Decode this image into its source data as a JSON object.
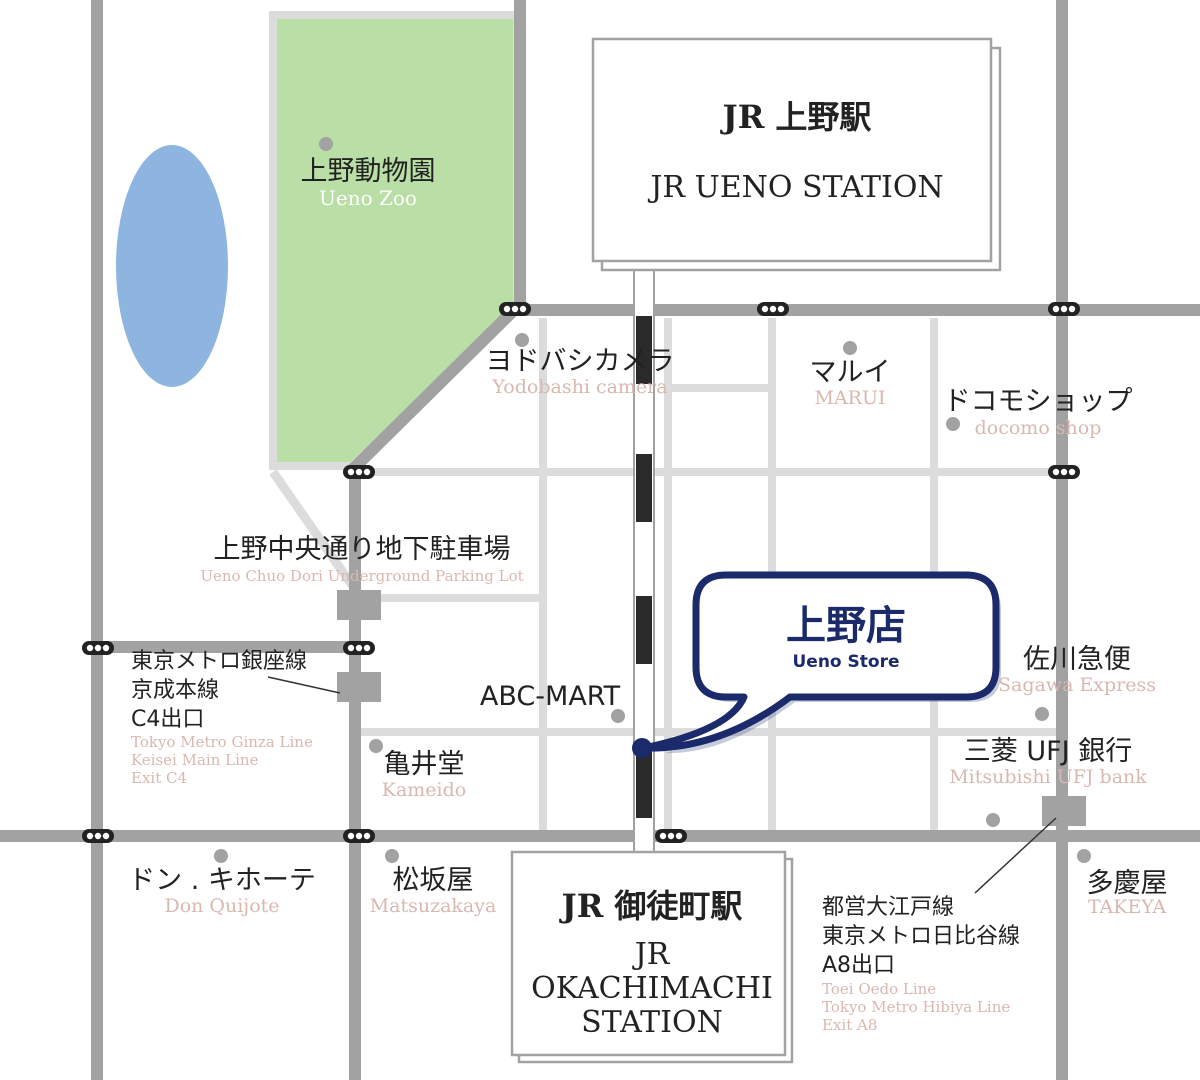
{
  "colors": {
    "road_main": "#a2a2a2",
    "road_minor": "#dcdcdc",
    "park": "#b9dfa6",
    "pond": "#8db5e0",
    "store_accent": "#1a2a6b",
    "railway": "#2a2a2a",
    "english_label": "#d9b8b0"
  },
  "stations": {
    "ueno": {
      "jp": "JR 上野駅",
      "en": "JR UENO STATION"
    },
    "okachimachi": {
      "jp": "JR 御徒町駅",
      "en_line1": "JR",
      "en_line2": "OKACHIMACHI",
      "en_line3": "STATION"
    }
  },
  "store": {
    "jp": "上野店",
    "en": "Ueno Store"
  },
  "landmarks": {
    "zoo": {
      "jp": "上野動物園",
      "en": "Ueno Zoo"
    },
    "yodobashi": {
      "jp": "ヨドバシカメラ",
      "en": "Yodobashi camera"
    },
    "marui": {
      "jp": "マルイ",
      "en": "MARUI"
    },
    "docomo": {
      "jp": "ドコモショップ",
      "en": "docomo shop"
    },
    "parking": {
      "jp": "上野中央通り地下駐車場",
      "en": "Ueno Chuo Dori Underground Parking Lot"
    },
    "abc_mart": {
      "label": "ABC-MART"
    },
    "sagawa": {
      "jp": "佐川急便",
      "en": "Sagawa Express"
    },
    "kameido": {
      "jp": "亀井堂",
      "en": "Kameido"
    },
    "mufg": {
      "jp": "三菱 UFJ 銀行",
      "en": "Mitsubishi UFJ bank"
    },
    "don_quijote": {
      "jp": "ドン . キホーテ",
      "en": "Don Quijote"
    },
    "matsuzakaya": {
      "jp": "松坂屋",
      "en": "Matsuzakaya"
    },
    "takeya": {
      "jp": "多慶屋",
      "en": "TAKEYA"
    }
  },
  "exits": {
    "c4": {
      "jp_lines": [
        "東京メトロ銀座線",
        "京成本線",
        "C4出口"
      ],
      "en_lines": [
        "Tokyo Metro Ginza Line",
        "Keisei Main Line",
        "Exit C4"
      ]
    },
    "a8": {
      "jp_lines": [
        "都営大江戸線",
        "東京メトロ日比谷線",
        "A8出口"
      ],
      "en_lines": [
        "Toei Oedo Line",
        "Tokyo Metro Hibiya Line",
        "Exit A8"
      ]
    }
  }
}
